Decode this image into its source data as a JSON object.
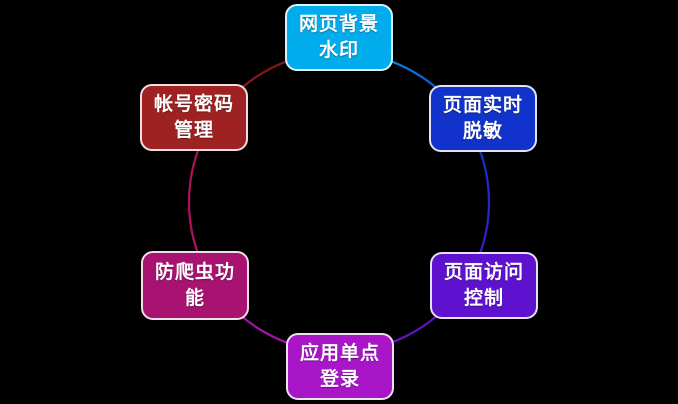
{
  "diagram": {
    "type": "cycle",
    "background": "#000000",
    "text_color": "#FFFFFF",
    "node_border_color": "#E8EEF2"
  },
  "nodes": [
    {
      "id": "web-background-watermark",
      "label": "网页背景水印",
      "line1": "网页背景",
      "line2": "水印",
      "fill": "#00ACEC",
      "border": "#DDF2FB"
    },
    {
      "id": "realtime-page-masking",
      "label": "页面实时脱敏",
      "line1": "页面实时",
      "line2": "脱敏",
      "fill": "#1133CC",
      "border": "#DFE4F7"
    },
    {
      "id": "page-access-control",
      "label": "页面访问控制",
      "line1": "页面访问",
      "line2": "控制",
      "fill": "#5E12D0",
      "border": "#E6E0F4"
    },
    {
      "id": "app-single-sign-on",
      "label": "应用单点登录",
      "line1": "应用单点",
      "line2": "登录",
      "fill": "#A816C8",
      "border": "#F0E0F4"
    },
    {
      "id": "anti-crawler",
      "label": "防爬虫功能",
      "line1": "防爬虫功",
      "line2": "能",
      "fill": "#A81270",
      "border": "#F2DEE9"
    },
    {
      "id": "account-password-management",
      "label": "帐号密码管理",
      "line1": "帐号密码",
      "line2": "管理",
      "fill": "#9E2222",
      "border": "#F2DEDE"
    }
  ],
  "arcs": [
    {
      "id": "watermark-to-masking",
      "from": "#00ACEC",
      "to": "#1133CC"
    },
    {
      "id": "masking-to-access",
      "from": "#1133CC",
      "to": "#3C17C6"
    },
    {
      "id": "access-to-sso",
      "from": "#4A10BE",
      "to": "#8013BE"
    },
    {
      "id": "sso-to-anticrawler",
      "from": "#9B14B4",
      "to": "#A81196"
    },
    {
      "id": "anticrawler-to-account",
      "from": "#B01068",
      "to": "#A4184C"
    },
    {
      "id": "account-to-watermark",
      "from": "#8B1A1A",
      "to": "#7E1616"
    }
  ]
}
